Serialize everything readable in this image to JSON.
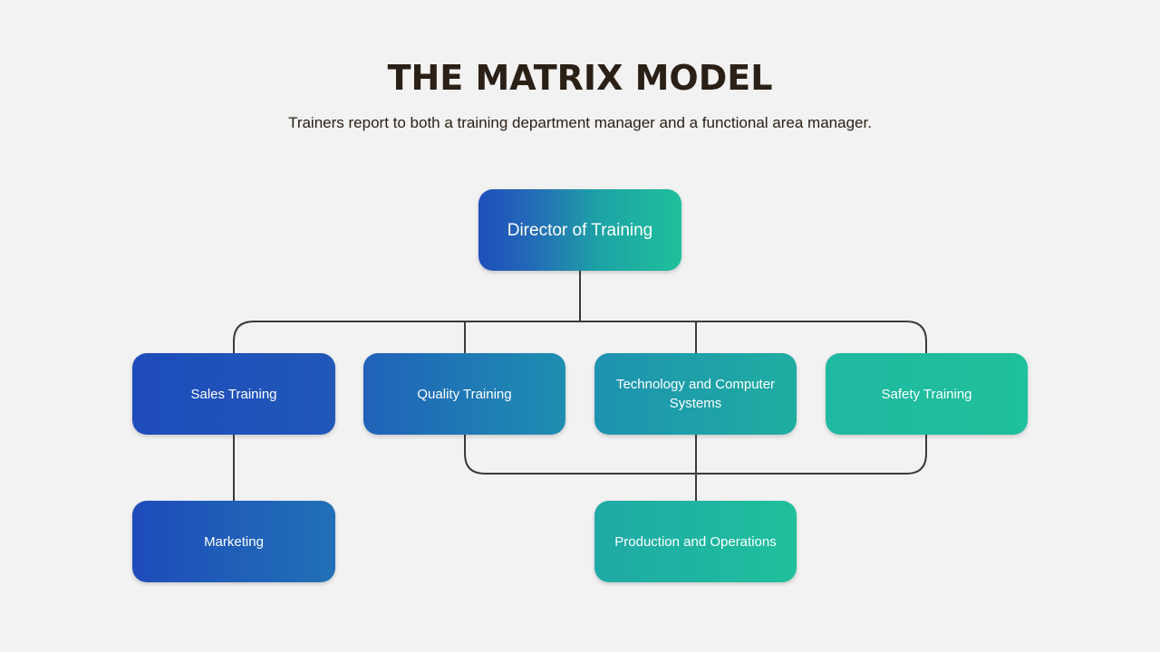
{
  "header": {
    "title": "THE MATRIX MODEL",
    "subtitle": "Trainers report to both a training department manager and a functional area manager."
  },
  "diagram": {
    "root": {
      "label": "Director of Training"
    },
    "departments": [
      {
        "label": "Sales Training"
      },
      {
        "label": "Quality Training"
      },
      {
        "label": "Technology and Computer Systems"
      },
      {
        "label": "Safety Training"
      }
    ],
    "functional_areas": [
      {
        "label": "Marketing"
      },
      {
        "label": "Production and Operations"
      }
    ]
  },
  "colors": {
    "background": "#f2f2f2",
    "title": "#2a2016",
    "connector": "#3a3a3a",
    "gradient_start": "#1e4cba",
    "gradient_end": "#1fc09c",
    "node_text": "#ffffff"
  }
}
